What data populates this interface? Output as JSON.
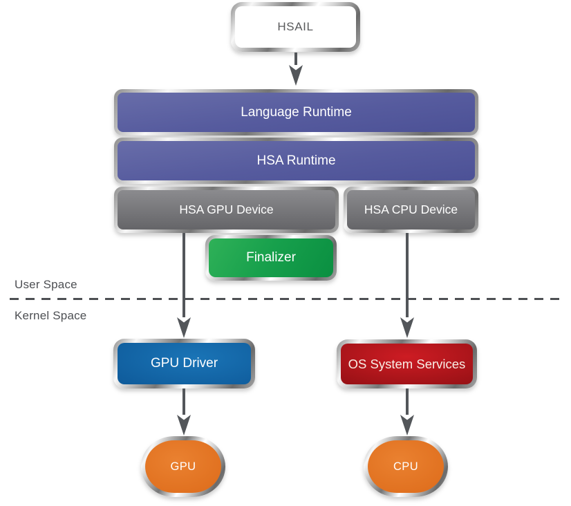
{
  "diagram": {
    "nodes": {
      "hsail": {
        "label": "HSAIL"
      },
      "language_runtime": {
        "label": "Language Runtime"
      },
      "hsa_runtime": {
        "label": "HSA Runtime"
      },
      "hsa_gpu_device": {
        "label": "HSA GPU Device"
      },
      "hsa_cpu_device": {
        "label": "HSA CPU Device"
      },
      "finalizer": {
        "label": "Finalizer"
      },
      "gpu_driver": {
        "label": "GPU Driver"
      },
      "os_system_services": {
        "label": "OS System Services"
      },
      "gpu": {
        "label": "GPU"
      },
      "cpu": {
        "label": "CPU"
      }
    },
    "regions": {
      "user_space": {
        "label": "User Space"
      },
      "kernel_space": {
        "label": "Kernel Space"
      }
    },
    "colors": {
      "purple_top": "#686da9",
      "purple_mid": "#565b9e",
      "purple_bottom": "#4c5196",
      "gray_top": "#8b8b8e",
      "gray_bottom": "#656568",
      "green_light": "#2fb158",
      "green_mid": "#17a04c",
      "green_dark": "#0a8f41",
      "blue_light": "#1a74b6",
      "blue_mid": "#0f5c9c",
      "blue_dark": "#0d4d88",
      "blue_corner": "#143f72",
      "red_light": "#cd1c23",
      "red_mid": "#9e1217",
      "red_dark": "#700c10",
      "red_corner": "#670b0f",
      "orange_light": "#ea8130",
      "orange_mid": "#e0701f",
      "orange_dark": "#d05e12",
      "arrow_color": "#53565a",
      "line_color": "#4d4f53",
      "label_color": "#4d4f53",
      "hsail_text": "#58595b"
    }
  }
}
